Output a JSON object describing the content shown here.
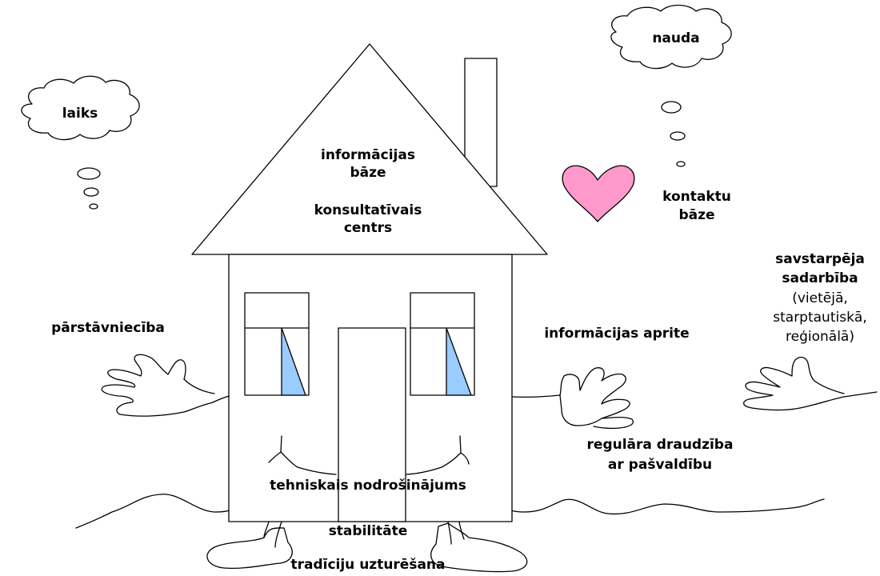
{
  "labels": {
    "time": "laiks",
    "money": "nauda",
    "info_base_line1": "informācijas",
    "info_base_line2": "bāze",
    "consult_line1": "konsultatīvais",
    "consult_line2": "centrs",
    "contact_line1": "kontaktu",
    "contact_line2": "bāze",
    "mutual_line1": "savstarpēja",
    "mutual_line2": "sadarbība",
    "mutual_line3": "(vietējā,",
    "mutual_line4": "starptautiskā,",
    "mutual_line5": "reģionālā)",
    "representation": "pārstāvniecība",
    "info_flow": "informācijas aprite",
    "friendship_line1": "regulāra draudzība",
    "friendship_line2": "ar pašvaldību",
    "technical": "tehniskais nodrošinājums",
    "stability": "stabilitāte",
    "traditions": "tradīciju uzturēšana"
  },
  "colors": {
    "heart": "#FF99CC",
    "glass": "#99CCFF",
    "line": "#000000"
  }
}
